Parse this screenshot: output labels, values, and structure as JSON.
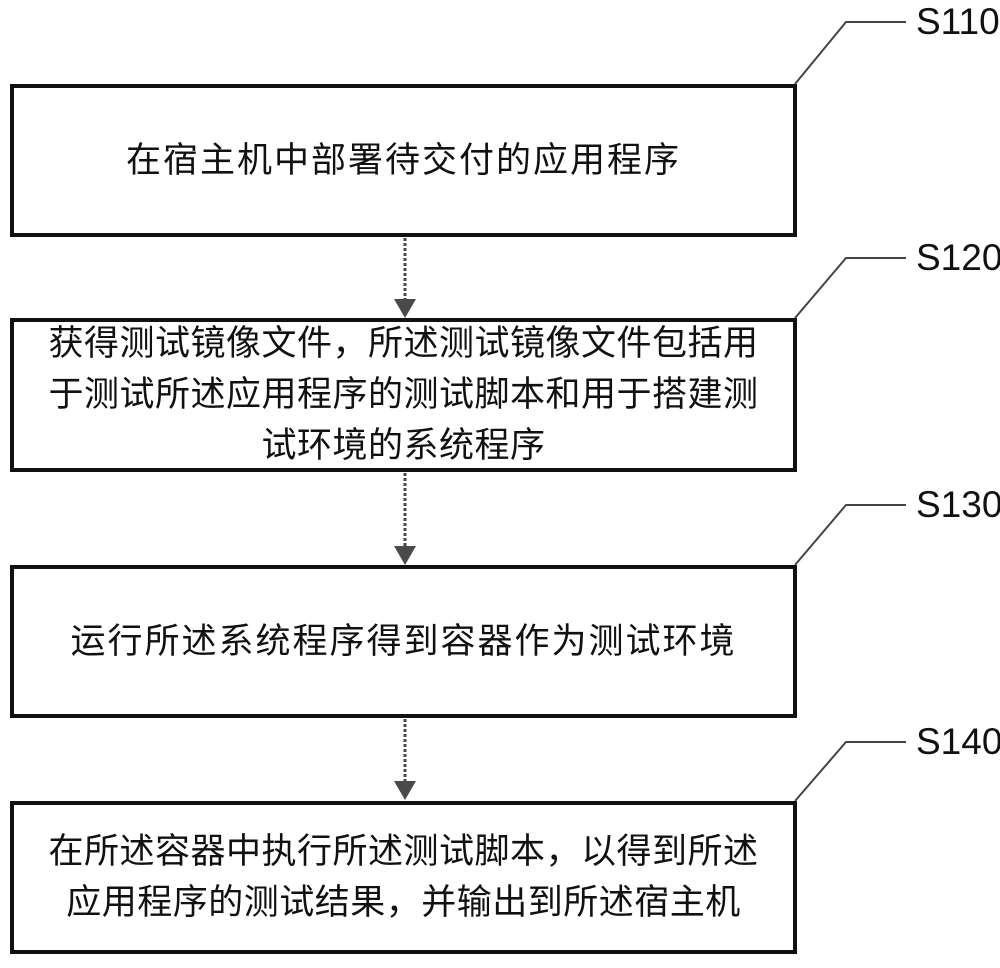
{
  "diagram": {
    "type": "flowchart",
    "colors": {
      "background": "#ffffff",
      "box_border": "#111111",
      "text": "#111111",
      "arrow": "#4a4a4a",
      "leader": "#444444"
    },
    "steps": [
      {
        "label": "S110",
        "lines": [
          "在宿主机中部署待交付的应用程序"
        ]
      },
      {
        "label": "S120",
        "lines": [
          "获得测试镜像文件，所述测试镜像文件包括用",
          "于测试所述应用程序的测试脚本和用于搭建测",
          "试环境的系统程序"
        ]
      },
      {
        "label": "S130",
        "lines": [
          "运行所述系统程序得到容器作为测试环境"
        ]
      },
      {
        "label": "S140",
        "lines": [
          "在所述容器中执行所述测试脚本，以得到所述",
          "应用程序的测试结果，并输出到所述宿主机"
        ]
      }
    ]
  }
}
